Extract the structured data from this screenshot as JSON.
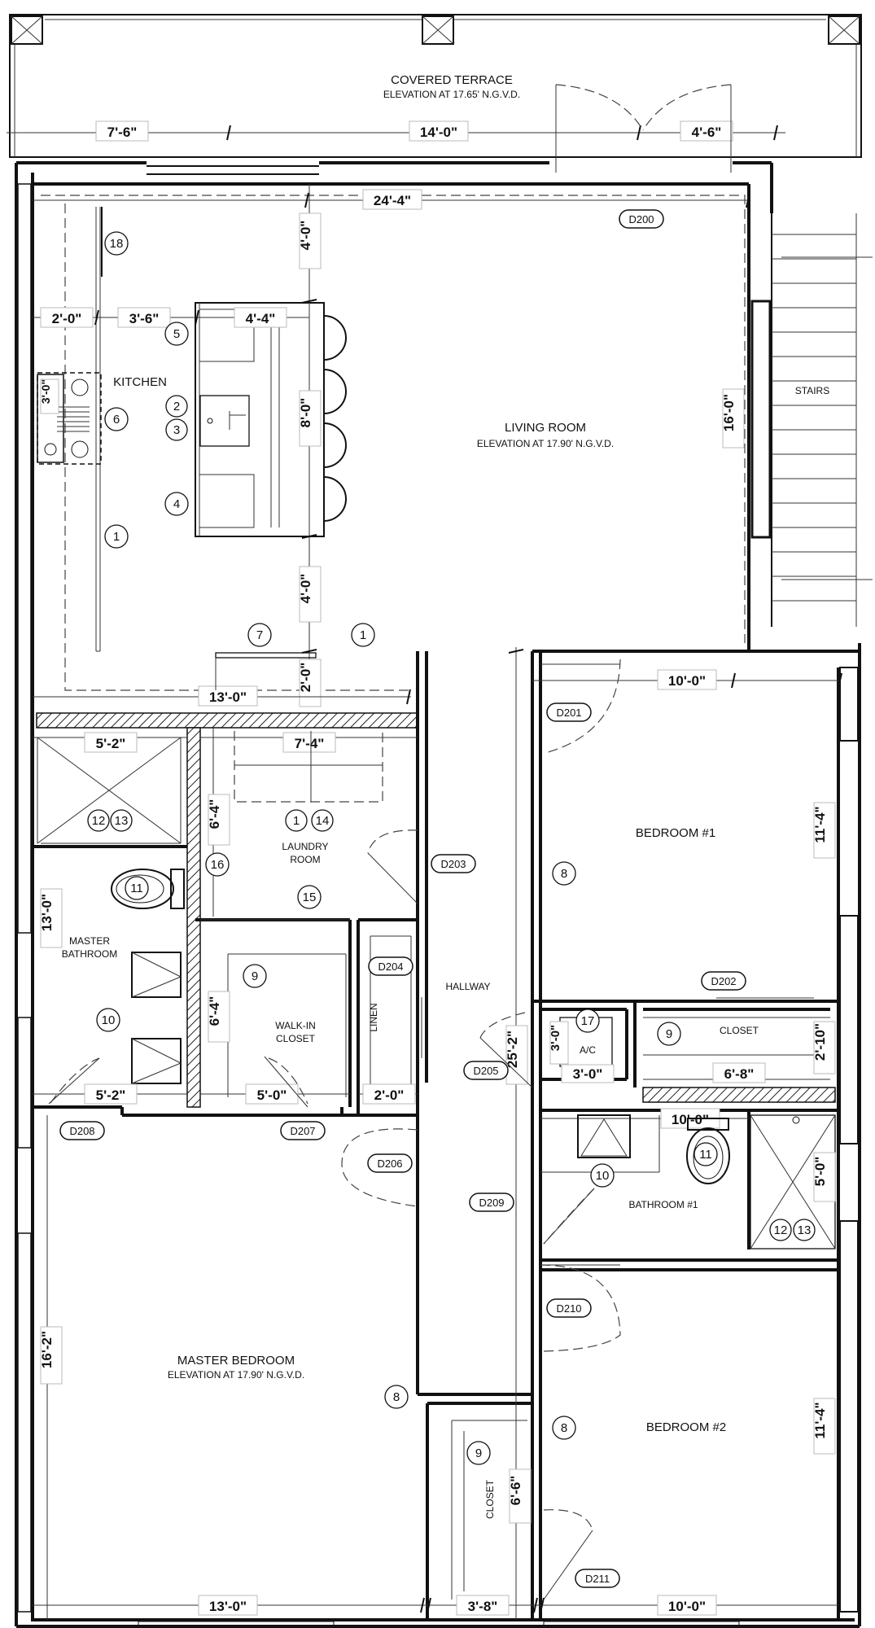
{
  "rooms": {
    "covered_terrace": "COVERED TERRACE",
    "terrace_elevation": "ELEVATION AT 17.65' N.G.V.D.",
    "kitchen": "KITCHEN",
    "living_room": "LIVING ROOM",
    "living_elevation": "ELEVATION AT 17.90' N.G.V.D.",
    "stairs": "STAIRS",
    "bedroom1": "BEDROOM #1",
    "laundry_room_l1": "LAUNDRY",
    "laundry_room_l2": "ROOM",
    "master_bath_l1": "MASTER",
    "master_bath_l2": "BATHROOM",
    "walkin_l1": "WALK-IN",
    "walkin_l2": "CLOSET",
    "linen": "LINEN",
    "hallway": "HALLWAY",
    "ac": "A/C",
    "closet_b1": "CLOSET",
    "bathroom1": "BATHROOM #1",
    "master_bedroom": "MASTER BEDROOM",
    "master_elevation": "ELEVATION AT 17.90' N.G.V.D.",
    "closet_b2": "CLOSET",
    "bedroom2": "BEDROOM #2"
  },
  "dimensions": {
    "terrace_left": "7'-6\"",
    "terrace_mid": "14'-0\"",
    "terrace_right": "4'-6\"",
    "living_width": "24'-4\"",
    "kitchen_top_gap": "4'-0\"",
    "kitchen_a": "2'-0\"",
    "kitchen_b": "3'-6\"",
    "island_width": "4'-4\"",
    "island_length": "8'-0\"",
    "range": "3'-0\"",
    "island_bottom_gap": "4'-0\"",
    "kitchen_wall_gap": "2'-0\"",
    "kitchen_depth": "13'-0\"",
    "stairs_height": "16'-0\"",
    "bedroom1_width": "10'-0\"",
    "bedroom1_height": "11'-4\"",
    "shower_width": "5'-2\"",
    "laundry_width": "7'-4\"",
    "laundry_height": "6'-4\"",
    "master_bath_height": "13'-0\"",
    "walkin_height": "6'-4\"",
    "vanity_width": "5'-2\"",
    "walkin_width": "5'-0\"",
    "linen_width": "2'-0\"",
    "hallway_length": "25'-2\"",
    "ac_height": "3'-0\"",
    "ac_width": "3'-0\"",
    "closet_b1_width": "6'-8\"",
    "closet_b1_height": "2'-10\"",
    "bath1_width": "10'-0\"",
    "bath1_height": "5'-0\"",
    "master_bed_height": "16'-2\"",
    "closet_b2_height": "6'-6\"",
    "bedroom2_height": "11'-4\"",
    "master_bed_width": "13'-0\"",
    "closet_b2_width": "3'-8\"",
    "bedroom2_width": "10'-0\""
  },
  "doors": {
    "d200": "D200",
    "d201": "D201",
    "d202": "D202",
    "d203": "D203",
    "d204": "D204",
    "d205": "D205",
    "d206": "D206",
    "d207": "D207",
    "d208": "D208",
    "d209": "D209",
    "d210": "D210",
    "d211": "D211"
  },
  "keys": {
    "k18": "18",
    "k5": "5",
    "k6": "6",
    "k2": "2",
    "k3": "3",
    "k4": "4",
    "k1_kitchen": "1",
    "k7": "7",
    "k1_living": "1",
    "k8_bed1": "8",
    "k12_mb": "12",
    "k13_mb": "13",
    "k11_mb": "11",
    "k1_laundry": "1",
    "k14": "14",
    "k16": "16",
    "k15": "15",
    "k10_mb": "10",
    "k9_walkin": "9",
    "k17": "17",
    "k9_closet1": "9",
    "k10_b1": "10",
    "k11_b1": "11",
    "k12_b1": "12",
    "k13_b1": "13",
    "k8_master": "8",
    "k9_closet2": "9",
    "k8_bed2": "8"
  }
}
